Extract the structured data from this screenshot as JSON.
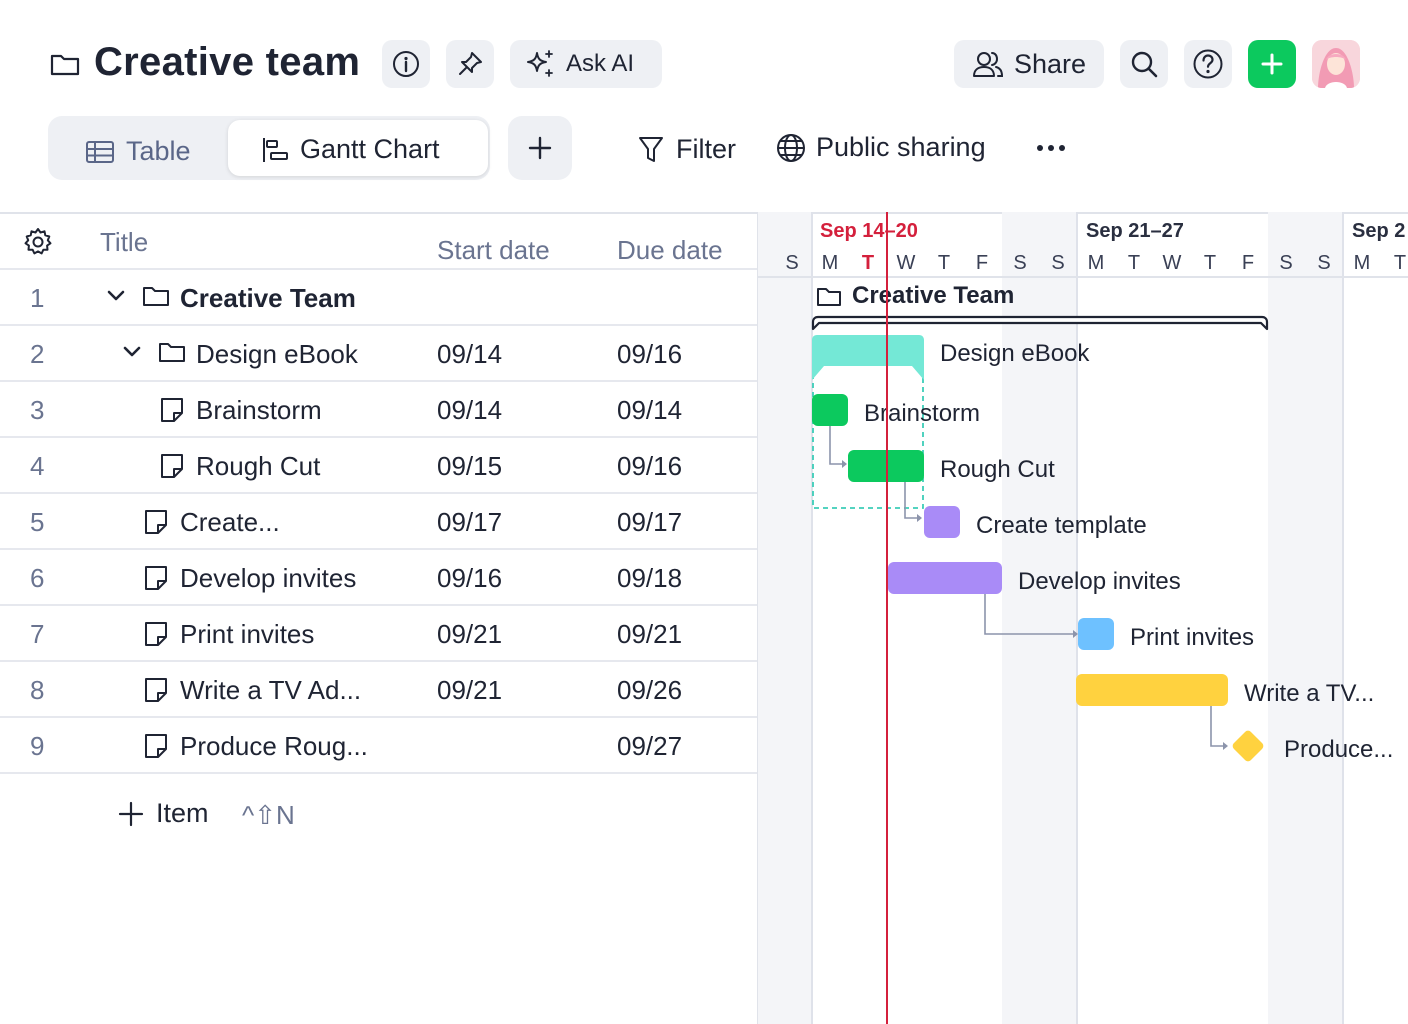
{
  "header": {
    "title": "Creative team",
    "ask_ai": "Ask AI",
    "share": "Share"
  },
  "views": {
    "table": "Table",
    "gantt": "Gantt Chart",
    "filter": "Filter",
    "public_sharing": "Public sharing"
  },
  "table": {
    "columns": [
      "Title",
      "Start date",
      "Due date"
    ],
    "rows": [
      {
        "num": "1",
        "title": "Creative Team",
        "start": "",
        "due": ""
      },
      {
        "num": "2",
        "title": "Design eBook",
        "start": "09/14",
        "due": "09/16"
      },
      {
        "num": "3",
        "title": "Brainstorm",
        "start": "09/14",
        "due": "09/14"
      },
      {
        "num": "4",
        "title": "Rough Cut",
        "start": "09/15",
        "due": "09/16"
      },
      {
        "num": "5",
        "title": "Create...",
        "start": "09/17",
        "due": "09/17"
      },
      {
        "num": "6",
        "title": "Develop invites",
        "start": "09/16",
        "due": "09/18"
      },
      {
        "num": "7",
        "title": "Print invites",
        "start": "09/21",
        "due": "09/21"
      },
      {
        "num": "8",
        "title": "Write a TV Ad...",
        "start": "09/21",
        "due": "09/26"
      },
      {
        "num": "9",
        "title": "Produce Roug...",
        "start": "",
        "due": "09/27"
      }
    ],
    "add_item": "Item",
    "shortcut": "^⇧N"
  },
  "gantt": {
    "weeks": [
      "Sep 14–20",
      "Sep 21–27",
      "Sep 2"
    ],
    "days": [
      "S",
      "M",
      "T",
      "W",
      "T",
      "F",
      "S",
      "S",
      "M",
      "T",
      "W",
      "T",
      "F",
      "S",
      "S",
      "M",
      "T"
    ],
    "labels": {
      "group": "Creative Team",
      "design": "Design eBook",
      "brainstorm": "Brainstorm",
      "roughcut": "Rough Cut",
      "template": "Create template",
      "develop": "Develop invites",
      "print": "Print invites",
      "write": "Write a TV...",
      "produce": "Produce..."
    },
    "colors": {
      "design": "#74e8d6",
      "green": "#0cc95e",
      "purple": "#a98bf7",
      "blue": "#6ec1ff",
      "yellow": "#ffd23f",
      "today": "#d4203c"
    }
  }
}
